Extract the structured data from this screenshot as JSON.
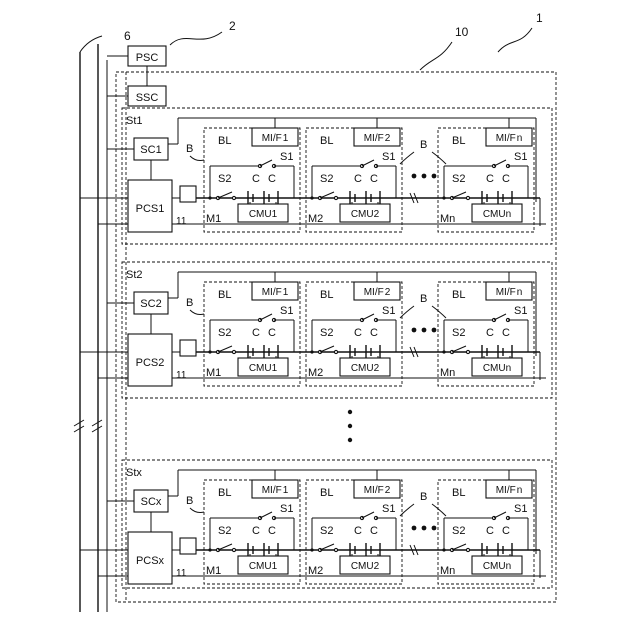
{
  "refs": {
    "power_line": "6",
    "psc_ref": "2",
    "system_ref": "1",
    "group_ref": "10",
    "sensor_ref": "11"
  },
  "top": {
    "psc": "PSC",
    "ssc": "SSC"
  },
  "stations": [
    {
      "label": "St1",
      "sc": "SC1",
      "pcs": "PCS1",
      "modules": [
        {
          "m": "M1",
          "mif_a": "MI/F",
          "mif_b": "1",
          "cmu": "CMU1"
        },
        {
          "m": "M2",
          "mif_a": "MI/F",
          "mif_b": "2",
          "cmu": "CMU2"
        },
        {
          "m": "Mn",
          "mif_a": "MI/F",
          "mif_b": "n",
          "cmu": "CMUn"
        }
      ]
    },
    {
      "label": "St2",
      "sc": "SC2",
      "pcs": "PCS2",
      "modules": [
        {
          "m": "M1",
          "mif_a": "MI/F",
          "mif_b": "1",
          "cmu": "CMU1"
        },
        {
          "m": "M2",
          "mif_a": "MI/F",
          "mif_b": "2",
          "cmu": "CMU2"
        },
        {
          "m": "Mn",
          "mif_a": "MI/F",
          "mif_b": "n",
          "cmu": "CMUn"
        }
      ]
    },
    {
      "label": "Stx",
      "sc": "SCx",
      "pcs": "PCSx",
      "modules": [
        {
          "m": "M1",
          "mif_a": "MI/F",
          "mif_b": "1",
          "cmu": "CMU1"
        },
        {
          "m": "M2",
          "mif_a": "MI/F",
          "mif_b": "2",
          "cmu": "CMU2"
        },
        {
          "m": "Mn",
          "mif_a": "MI/F",
          "mif_b": "n",
          "cmu": "CMUn"
        }
      ]
    }
  ],
  "labels": {
    "b": "B",
    "bl": "BL",
    "s1": "S1",
    "s2": "S2",
    "c": "C"
  }
}
